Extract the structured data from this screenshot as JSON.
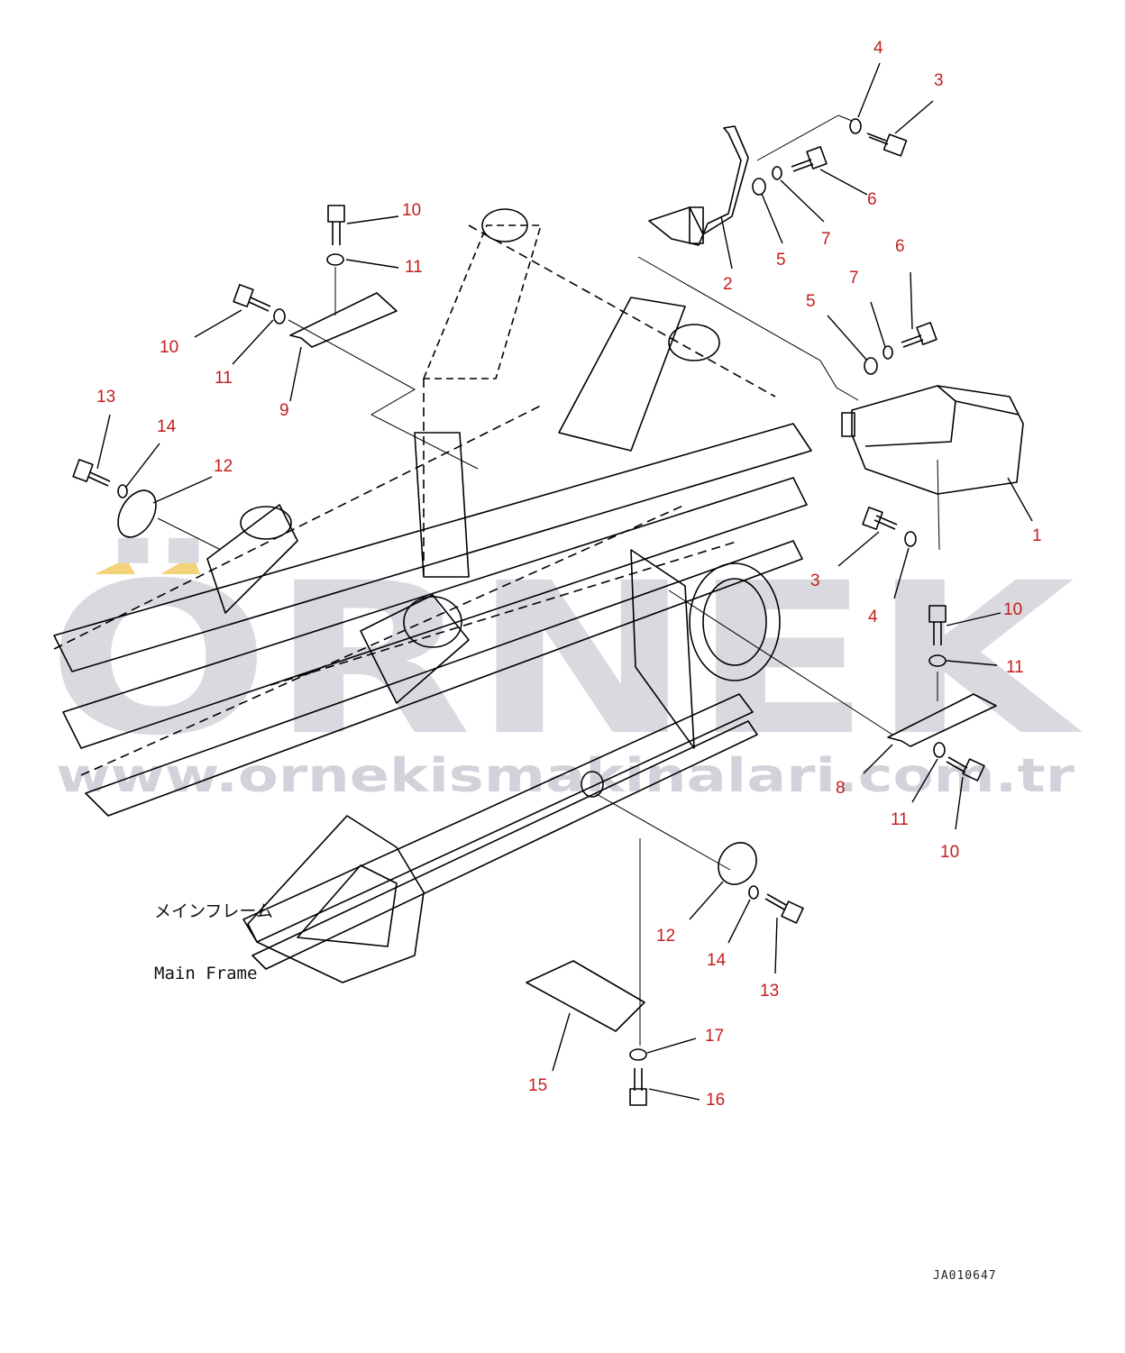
{
  "watermark": {
    "brand": "ÖRNEK",
    "url": "www.ornekismakinalari.com.tr",
    "color": "#d9d9e0",
    "accent": "#f3d27a"
  },
  "frame_label": {
    "japanese": "メインフレーム",
    "english": "Main Frame"
  },
  "drawing_id": "JA010647",
  "callout_color": "#c41e1e",
  "callouts": [
    "4",
    "3",
    "6",
    "7",
    "5",
    "2",
    "5",
    "7",
    "6",
    "1",
    "3",
    "4",
    "10",
    "11",
    "10",
    "11",
    "9",
    "13",
    "14",
    "12",
    "10",
    "11",
    "8",
    "11",
    "10",
    "12",
    "14",
    "13",
    "15",
    "17",
    "16"
  ]
}
